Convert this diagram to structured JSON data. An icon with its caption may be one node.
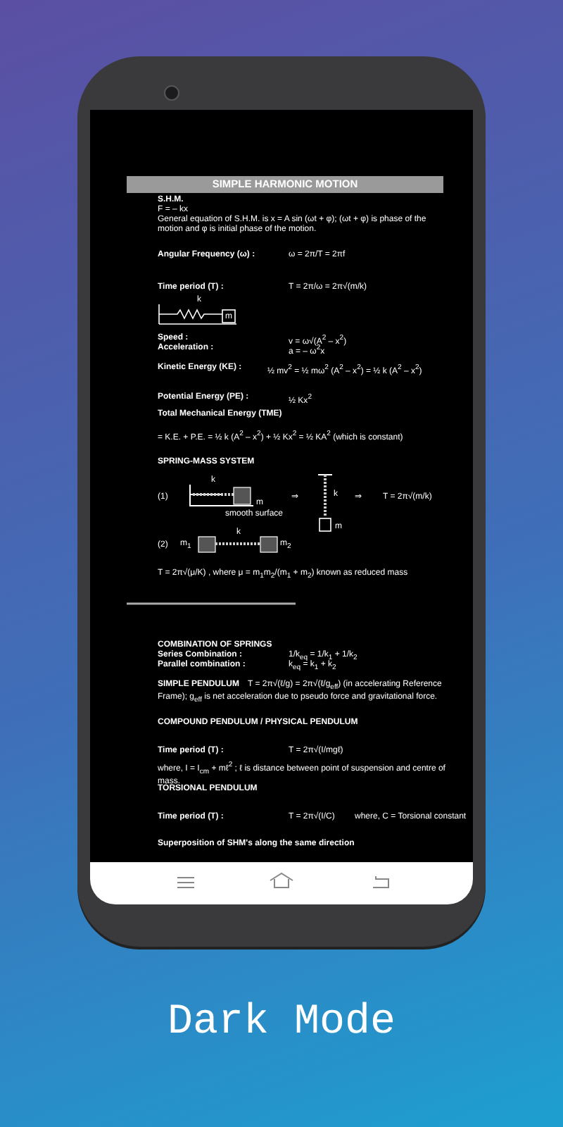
{
  "diagram": {
    "title": "SIMPLE HARMONIC MOTION",
    "caption": "Dark Mode",
    "labels": [
      "S.H.M.",
      "F = – kx",
      "General equation of S.H.M. is x = A sin (ωt + φ); (ωt + φ) is phase of the motion and φ is initial phase of the motion.",
      "Angular Frequency (ω) :",
      "ω = 2π/T = 2πf",
      "Time period (T) :",
      "T = 2π/ω = 2π√(m/k)",
      "k",
      "m",
      "Speed :",
      "v = ω√(A$^{2}$ – x$^{2}$)",
      "Acceleration :",
      "a = – ω$^{2}$x",
      "Kinetic Energy (KE) :",
      "½ mv$^{2}$ = ½ mω$^{2}$ (A$^{2}$ – x$^{2}$) = ½ k (A$^{2}$ – x$^{2}$)",
      "Potential Energy (PE) :",
      "½ Kx$^{2}$",
      "Total Mechanical Energy (TME)",
      "= K.E. + P.E. = ½ k (A$^{2}$ – x$^{2}$) + ½ Kx$^{2}$ = ½ KA$^{2}$ (which is constant)",
      "SPRING-MASS SYSTEM",
      "(1)",
      "k",
      "m",
      "smooth surface",
      "⇒",
      "k",
      "m",
      "⇒",
      "T = 2π√(m/k)",
      "(2)",
      "m$_{1}$",
      "k",
      "m$_{2}$",
      "T = 2π√(μ/K) , where μ = m$_{1}$m$_{2}$/(m$_{1}$ + m$_{2}$) known as reduced mass",
      "COMBINATION OF SPRINGS",
      "Series Combination :",
      "1/k$_{eq}$ = 1/k$_{1}$ + 1/k$_{2}$",
      "Parallel combination :",
      "k$_{eq}$ = k$_{1}$ + k$_{2}$",
      "SIMPLE PENDULUM",
      "T = 2π√(ℓ/g) = 2π√(ℓ/g$_{eff}$) (in accelerating Reference Frame); g$_{eff}$ is net acceleration due to pseudo force and gravitational force.",
      "COMPOUND PENDULUM / PHYSICAL PENDULUM",
      "Time period (T) :",
      "T = 2π√(I/mgℓ)",
      "where, I = I$_{cm}$ + mℓ$^{2}$ ; ℓ is distance between point of suspension and centre of mass.",
      "TORSIONAL PENDULUM",
      "Time period (T) :",
      "T = 2π√(I/C)",
      "where, C = Torsional constant",
      "Superposition of SHM's along the same direction"
    ]
  }
}
